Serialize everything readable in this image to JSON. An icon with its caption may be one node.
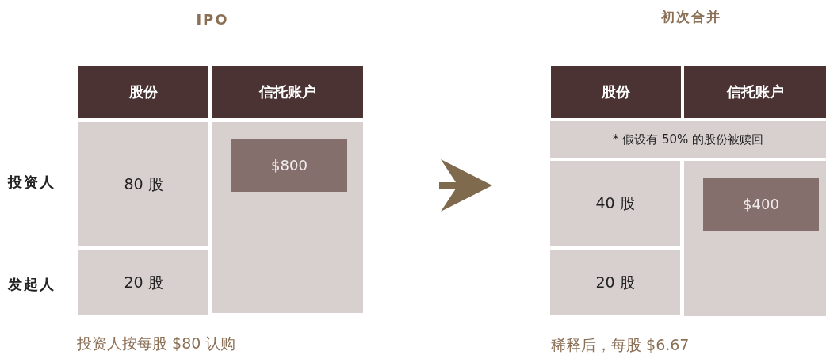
{
  "diagram": {
    "nodes": [
      {
        "text": [
          "股份"
        ]
      },
      {
        "text": [
          "信托账户"
        ]
      },
      {
        "text": [
          "80 股"
        ]
      },
      {
        "text": [
          "20 股"
        ]
      },
      {
        "text": [],
        "shape": "box"
      },
      {
        "text": [
          "$800"
        ],
        "in": 4
      },
      {
        "text": [
          "股份"
        ]
      },
      {
        "text": [
          "信托账户"
        ]
      },
      {
        "text": [
          "* 假设有 50% 的股份被赎回"
        ]
      },
      {
        "text": [
          "40 股"
        ]
      },
      {
        "text": [
          "20 股"
        ]
      },
      {
        "text": [],
        "shape": "box"
      },
      {
        "text": [
          "$400"
        ],
        "in": 11
      }
    ],
    "edges": [],
    "labels": [
      "IPO",
      "初次合并",
      "投资人",
      "发起人",
      "投资人按每股 $80 认购",
      "稀释后，每股 $6.67"
    ]
  }
}
